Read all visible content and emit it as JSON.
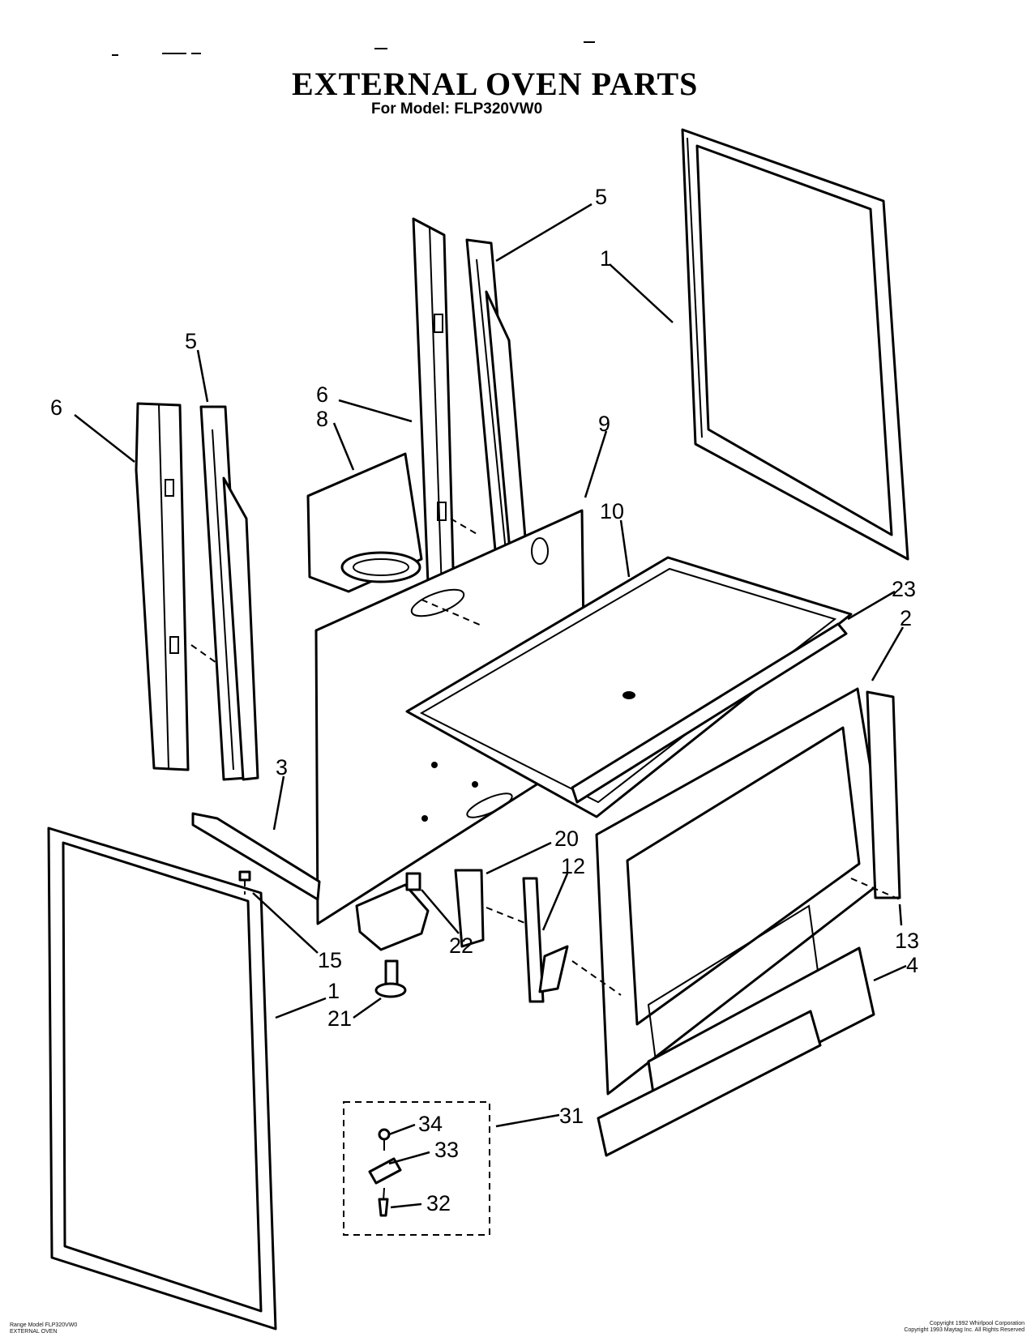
{
  "header": {
    "title": "EXTERNAL OVEN PARTS",
    "subtitle": "For Model: FLP320VW0"
  },
  "callouts": [
    {
      "id": "c5a",
      "label": "5"
    },
    {
      "id": "c1a",
      "label": "1"
    },
    {
      "id": "c5b",
      "label": "5"
    },
    {
      "id": "c6a",
      "label": "6"
    },
    {
      "id": "c6b",
      "label": "6"
    },
    {
      "id": "c8",
      "label": "8"
    },
    {
      "id": "c9",
      "label": "9"
    },
    {
      "id": "c10",
      "label": "10"
    },
    {
      "id": "c23",
      "label": "23"
    },
    {
      "id": "c2",
      "label": "2"
    },
    {
      "id": "c3",
      "label": "3"
    },
    {
      "id": "c20",
      "label": "20"
    },
    {
      "id": "c12",
      "label": "12"
    },
    {
      "id": "c15",
      "label": "15"
    },
    {
      "id": "c22",
      "label": "22"
    },
    {
      "id": "c13",
      "label": "13"
    },
    {
      "id": "c4",
      "label": "4"
    },
    {
      "id": "c1b",
      "label": "1"
    },
    {
      "id": "c21",
      "label": "21"
    },
    {
      "id": "c31",
      "label": "31"
    },
    {
      "id": "c34",
      "label": "34"
    },
    {
      "id": "c33",
      "label": "33"
    },
    {
      "id": "c32",
      "label": "32"
    }
  ],
  "footer": {
    "left_line1": "Range Model FLP320VW0",
    "left_line2": "EXTERNAL OVEN",
    "right_line1": "Copyright 1992 Whirlpool Corporation",
    "right_line2": "Copyright 1993 Maytag Inc. All Rights Reserved"
  }
}
